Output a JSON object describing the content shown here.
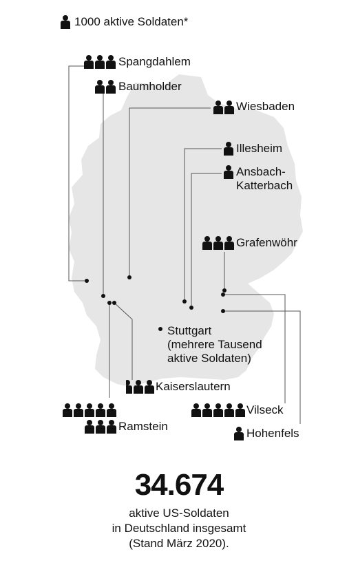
{
  "legend": {
    "label": "1000 aktive Soldaten*",
    "unit_count": 1
  },
  "map": {
    "region": "Germany",
    "fill_color": "#e6e6e6"
  },
  "bases": [
    {
      "id": "spangdahlem",
      "name": "Spangdahlem",
      "units": 3
    },
    {
      "id": "baumholder",
      "name": "Baumholder",
      "units": 2
    },
    {
      "id": "wiesbaden",
      "name": "Wiesbaden",
      "units": 2
    },
    {
      "id": "illesheim",
      "name": "Illesheim",
      "units": 1
    },
    {
      "id": "ansbach",
      "name": "Ansbach-\nKatterbach",
      "units": 1
    },
    {
      "id": "grafenwoehr",
      "name": "Grafenwöhr",
      "units": 3
    },
    {
      "id": "stuttgart",
      "name": "Stuttgart\n(mehrere Tausend\naktive Soldaten)",
      "units": 0
    },
    {
      "id": "kaiserslautern",
      "name": "Kaiserslautern",
      "units": 2.5
    },
    {
      "id": "ramstein",
      "name": "Ramstein",
      "units": 8
    },
    {
      "id": "vilseck",
      "name": "Vilseck",
      "units": 5
    },
    {
      "id": "hohenfels",
      "name": "Hohenfels",
      "units": 1
    }
  ],
  "total": {
    "value": "34.674",
    "text": "aktive US-Soldaten\nin Deutschland insgesamt\n(Stand März 2020)."
  }
}
